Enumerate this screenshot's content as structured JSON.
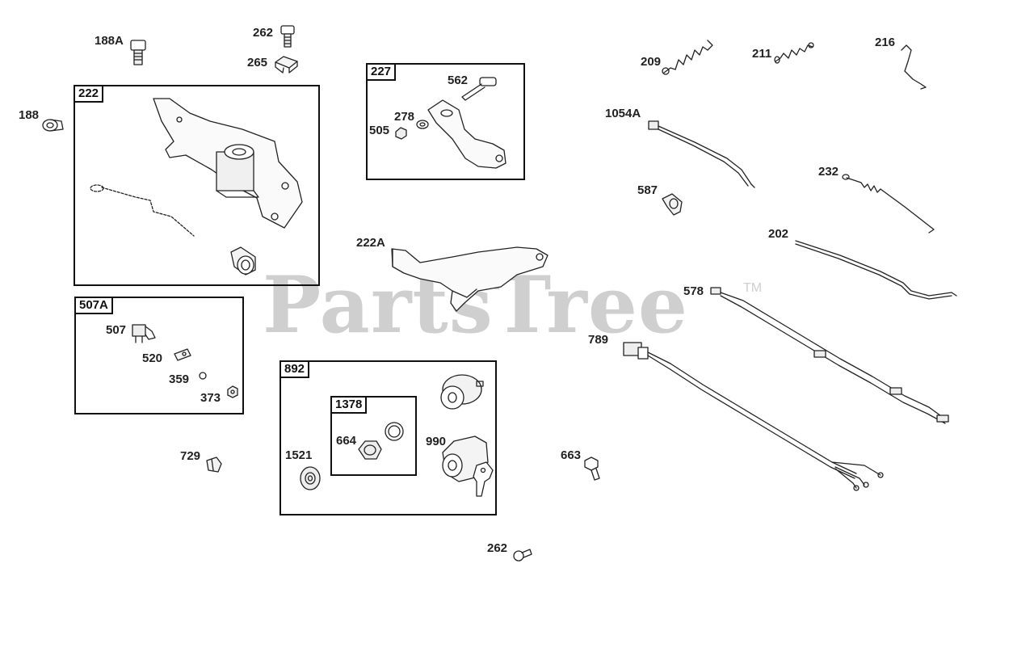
{
  "watermark": {
    "text": "PartsTree",
    "trademark": "TM"
  },
  "boxes": {
    "b222": "222",
    "b227": "227",
    "b507a": "507A",
    "b892": "892",
    "b1378": "1378"
  },
  "labels": {
    "p188a": "188A",
    "p262_top": "262",
    "p265": "265",
    "p188": "188",
    "p562": "562",
    "p278": "278",
    "p505": "505",
    "p222a": "222A",
    "p507": "507",
    "p520": "520",
    "p359": "359",
    "p373": "373",
    "p729": "729",
    "p664": "664",
    "p1521": "1521",
    "p990": "990",
    "p663": "663",
    "p262_bottom": "262",
    "p209": "209",
    "p211": "211",
    "p216": "216",
    "p1054a": "1054A",
    "p587": "587",
    "p232": "232",
    "p202": "202",
    "p578": "578",
    "p789": "789"
  }
}
